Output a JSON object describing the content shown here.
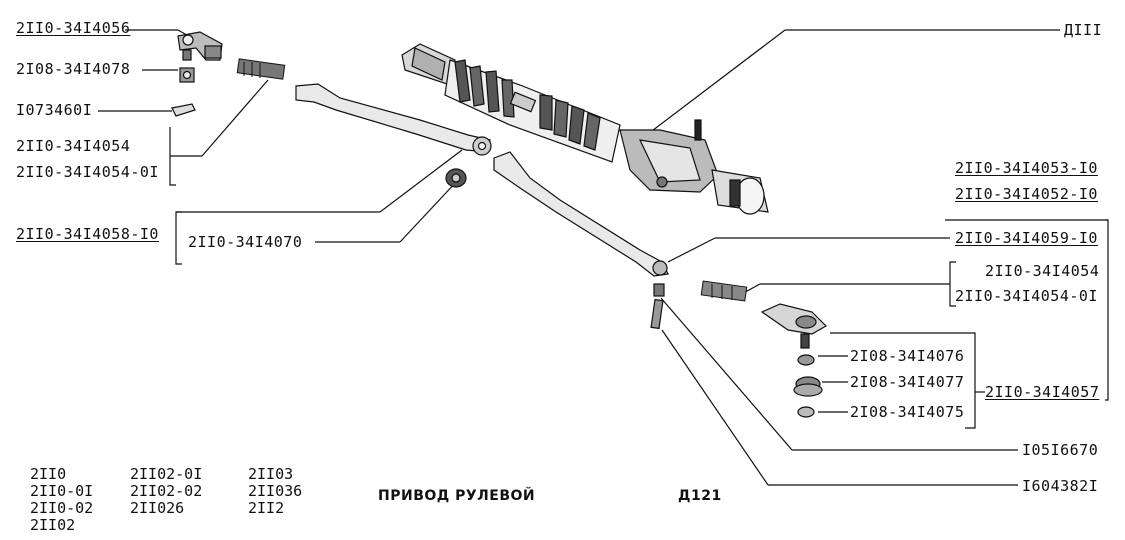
{
  "labels": {
    "p_34014056": "2II0-34I4056",
    "p_34014078": "2I08-34I4078",
    "p_1073460": "I073460I",
    "p_34014054_left": "2II0-34I4054",
    "p_34014054_01_left": "2II0-34I4054-0I",
    "p_34014058_10": "2II0-34I4058-I0",
    "p_34014070": "2II0-34I4070",
    "p_d111": "ДIII",
    "p_34014053_10": "2II0-34I4053-I0",
    "p_34014052_10": "2II0-34I4052-I0",
    "p_34014059_10": "2II0-34I4059-I0",
    "p_34014054_right": "2II0-34I4054",
    "p_34014054_01_right": "2II0-34I4054-0I",
    "p_34014076": "2I08-34I4076",
    "p_34014077": "2I08-34I4077",
    "p_34014075": "2I08-34I4075",
    "p_34014057": "2II0-34I4057",
    "p_1051667": "I05I6670",
    "p_1604382": "I604382I"
  },
  "models": {
    "col1": [
      "2II0",
      "2II0-0I",
      "2II0-02",
      "2II02"
    ],
    "col2": [
      "2II02-0I",
      "2II02-02",
      "2II026"
    ],
    "col3": [
      "2II03",
      "2II036",
      "2II2"
    ]
  },
  "footer": {
    "title": "ПРИВОД РУЛЕВОЙ",
    "code": "Д121"
  }
}
